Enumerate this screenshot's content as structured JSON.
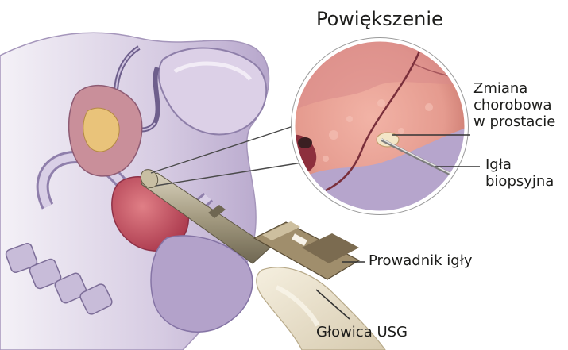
{
  "diagram": {
    "title": "Powiększenie",
    "labels": {
      "lesion": [
        "Zmiana",
        "chorobowa",
        "w prostacie"
      ],
      "needle": [
        "Igła",
        "biopsyjna"
      ],
      "needle_guide": "Prowadnik igły",
      "probe": "Głowica USG"
    }
  },
  "colors": {
    "tissue_purple": "#b9a9cc",
    "tissue_light": "#e7dfee",
    "prostate_pink": "#e8a79f",
    "rectum_red": "#c94d5a",
    "probe_metal": "#9c9379",
    "probe_body": "#e9e1cc",
    "guide_brown": "#8a7a5e",
    "leader_line": "#333333",
    "label_text": "#1d1d1b"
  }
}
